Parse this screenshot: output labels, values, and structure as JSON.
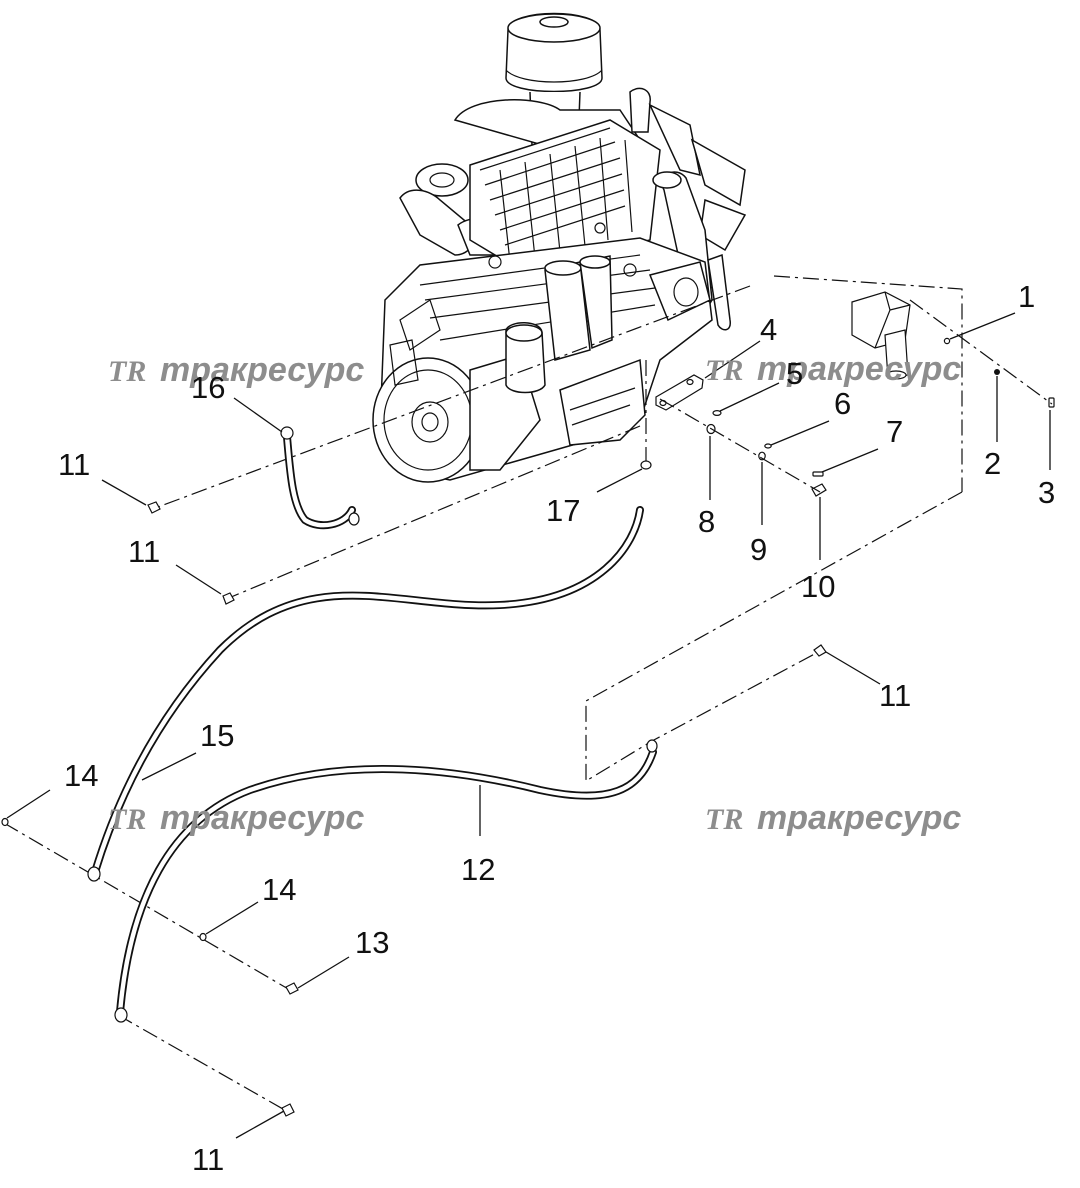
{
  "watermark": {
    "logo": "TR",
    "text": "тракресурс",
    "color": "#8d8d8d"
  },
  "callouts": {
    "c1": "1",
    "c2": "2",
    "c3": "3",
    "c4": "4",
    "c5": "5",
    "c6": "6",
    "c7": "7",
    "c8": "8",
    "c9": "9",
    "c10": "10",
    "c11a": "11",
    "c11b": "11",
    "c11c": "11",
    "c11d": "11",
    "c12": "12",
    "c13": "13",
    "c14a": "14",
    "c14b": "14",
    "c15": "15",
    "c16": "16",
    "c17": "17"
  }
}
